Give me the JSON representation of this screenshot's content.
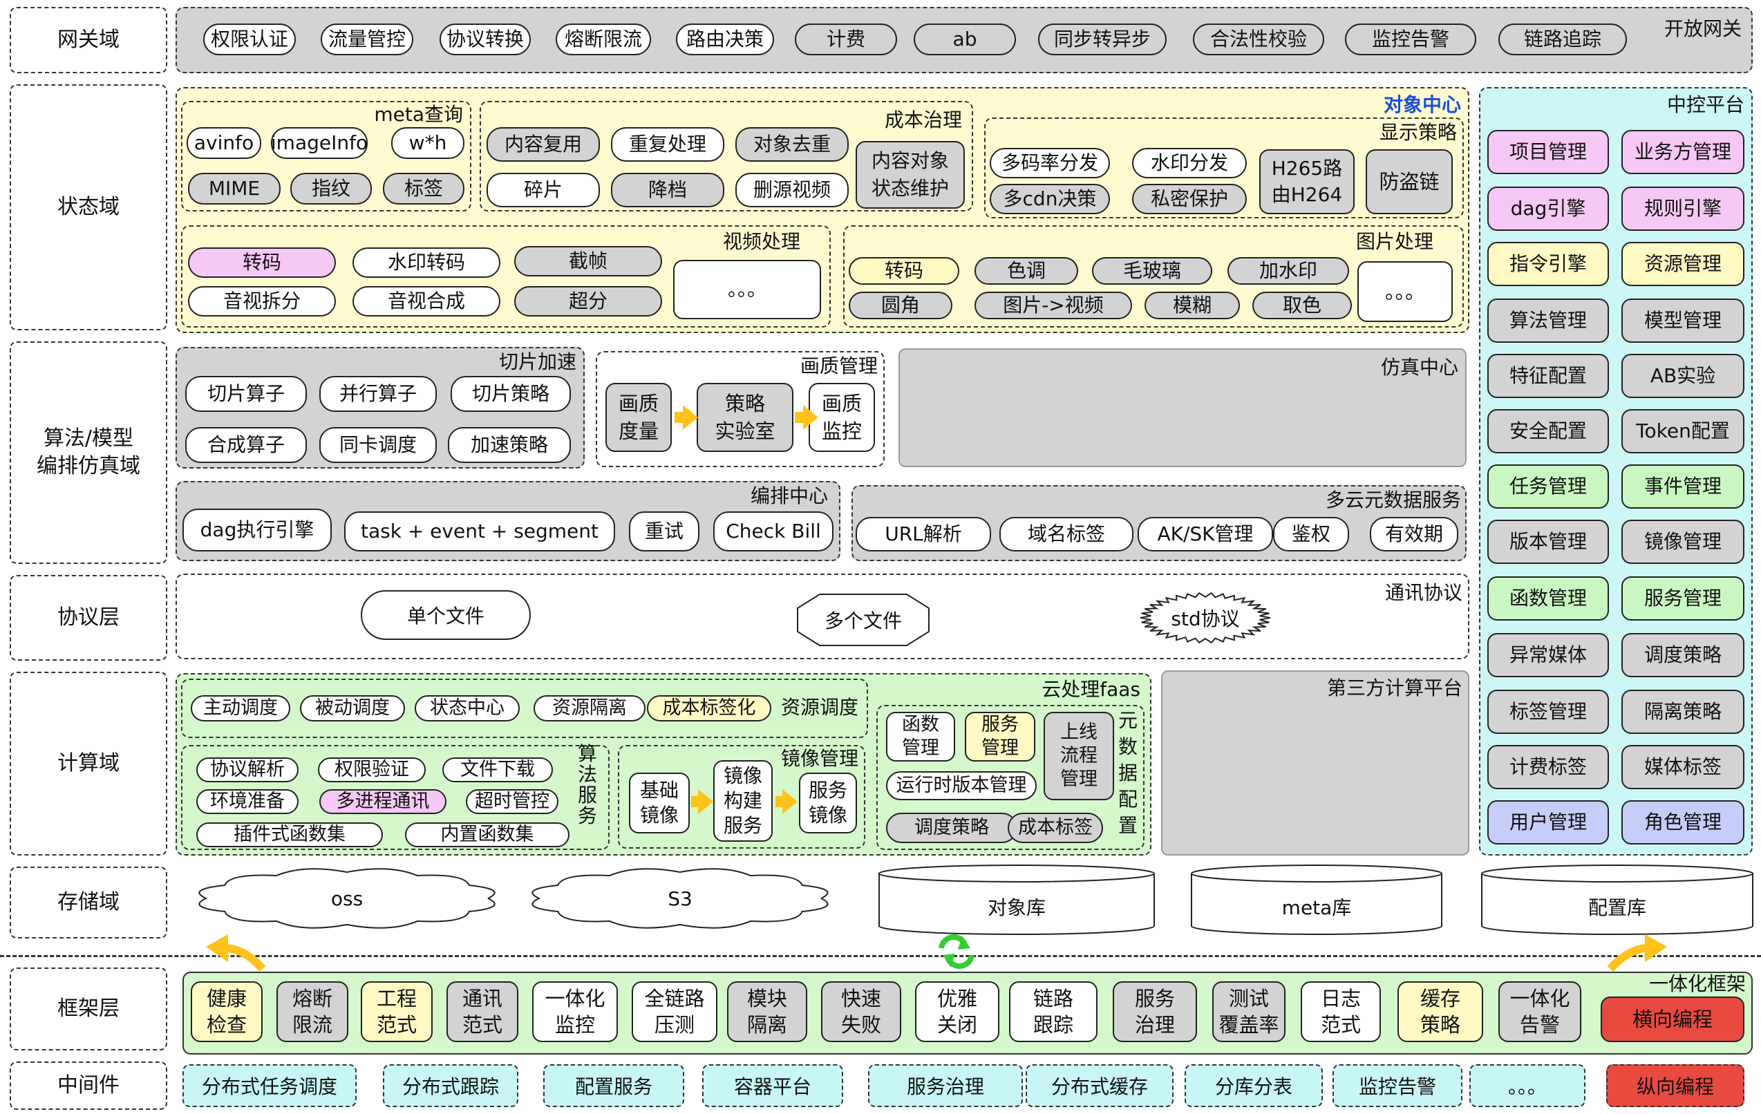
{
  "rows": {
    "gateway": "网关域",
    "state": "状态域",
    "algo": "算法/模型\n编排仿真域",
    "protocol": "协议层",
    "compute": "计算域",
    "storage": "存储域",
    "framework": "框架层",
    "middleware": "中间件"
  },
  "gateway": {
    "title": "开放网关",
    "items": [
      "权限认证",
      "流量管控",
      "协议转换",
      "熔断限流",
      "路由决策",
      "计费",
      "ab",
      "同步转异步",
      "合法性校验",
      "监控告警",
      "链路追踪"
    ]
  },
  "object_center": {
    "title": "对象中心",
    "meta": {
      "title": "meta查询",
      "items": [
        "avinfo",
        "imageInfo",
        "w*h",
        "MIME",
        "指纹",
        "标签"
      ]
    },
    "cost": {
      "title": "成本治理",
      "items": [
        "内容复用",
        "重复处理",
        "对象去重",
        "碎片",
        "降档",
        "删源视频"
      ],
      "big": "内容对象\n状态维护"
    },
    "display": {
      "title": "显示策略",
      "items": [
        "多码率分发",
        "水印分发",
        "多cdn决策",
        "私密保护"
      ],
      "h265": "H265路\n由H264",
      "anti": "防盗链"
    },
    "video": {
      "title": "视频处理",
      "items": [
        "转码",
        "水印转码",
        "截帧",
        "音视拆分",
        "音视合成",
        "超分"
      ],
      "more": "。。。"
    },
    "image": {
      "title": "图片处理",
      "items": [
        "转码",
        "色调",
        "毛玻璃",
        "加水印",
        "圆角",
        "图片->视频",
        "模糊",
        "取色"
      ],
      "more": "。。。"
    }
  },
  "control_platform": {
    "title": "中控平台",
    "items": [
      "项目管理",
      "业务方管理",
      "dag引擎",
      "规则引擎",
      "指令引擎",
      "资源管理",
      "算法管理",
      "模型管理",
      "特征配置",
      "AB实验",
      "安全配置",
      "Token配置",
      "任务管理",
      "事件管理",
      "版本管理",
      "镜像管理",
      "函数管理",
      "服务管理",
      "异常媒体",
      "调度策略",
      "标签管理",
      "隔离策略",
      "计费标签",
      "媒体标签",
      "用户管理",
      "角色管理"
    ]
  },
  "algo": {
    "slice": {
      "title": "切片加速",
      "items": [
        "切片算子",
        "并行算子",
        "切片策略",
        "合成算子",
        "同卡调度",
        "加速策略"
      ]
    },
    "quality": {
      "title": "画质管理",
      "items": [
        "画质\n度量",
        "策略\n实验室",
        "画质\n监控"
      ]
    },
    "sim": {
      "title": "仿真中心"
    },
    "orch": {
      "title": "编排中心",
      "items": [
        "dag执行引擎",
        "task + event + segment",
        "重试",
        "Check Bill"
      ]
    },
    "meta": {
      "title": "多云元数据服务",
      "items": [
        "URL解析",
        "域名标签",
        "AK/SK管理",
        "鉴权",
        "有效期"
      ]
    }
  },
  "protocol": {
    "title": "通讯协议",
    "single": "单个文件",
    "multi": "多个文件",
    "std": "std协议"
  },
  "compute": {
    "faas_title": "云处理faas",
    "sched": {
      "items": [
        "主动调度",
        "被动调度",
        "状态中心",
        "资源隔离",
        "成本标签化"
      ],
      "label": "资源调度"
    },
    "service": {
      "items": [
        "协议解析",
        "权限验证",
        "文件下载",
        "环境准备",
        "多进程通讯",
        "超时管控",
        "插件式函数集",
        "内置函数集"
      ],
      "label": "算\n法\n服\n务"
    },
    "mirror": {
      "title": "镜像管理",
      "items": [
        "基础\n镜像",
        "镜像\n构建\n服务",
        "服务\n镜像"
      ]
    },
    "func": {
      "items": [
        "函数\n管理",
        "服务\n管理",
        "上线\n流程\n管理",
        "运行时版本管理",
        "调度策略",
        "成本标签"
      ],
      "label": "元\n数\n据\n配\n置"
    },
    "third": "第三方计算平台"
  },
  "storage": {
    "items": [
      "oss",
      "S3",
      "对象库",
      "meta库",
      "配置库"
    ]
  },
  "framework": {
    "title": "一体化框架",
    "items": [
      "健康\n检查",
      "熔断\n限流",
      "工程\n范式",
      "通讯\n范式",
      "一体化\n监控",
      "全链路\n压测",
      "模块\n隔离",
      "快速\n失败",
      "优雅\n关闭",
      "链路\n跟踪",
      "服务\n治理",
      "测试\n覆盖率",
      "日志\n范式",
      "缓存\n策略",
      "一体化\n告警"
    ],
    "vertical": "横向编程"
  },
  "middleware": {
    "items": [
      "分布式任务调度",
      "分布式跟踪",
      "配置服务",
      "容器平台",
      "服务治理",
      "分布式缓存",
      "分库分表",
      "监控告警",
      "。。。"
    ],
    "vertical": "纵向编程"
  },
  "colors": {
    "gray": "#d3d3d3",
    "yellow_band": "#fffbd0",
    "cyan_band": "#cdf6f6",
    "green_band": "#d4f7cc",
    "accent_blue": "#1d4fd8",
    "red": "#e84a3f",
    "arrow": "#ffc21a",
    "recycle": "#33cc33"
  }
}
